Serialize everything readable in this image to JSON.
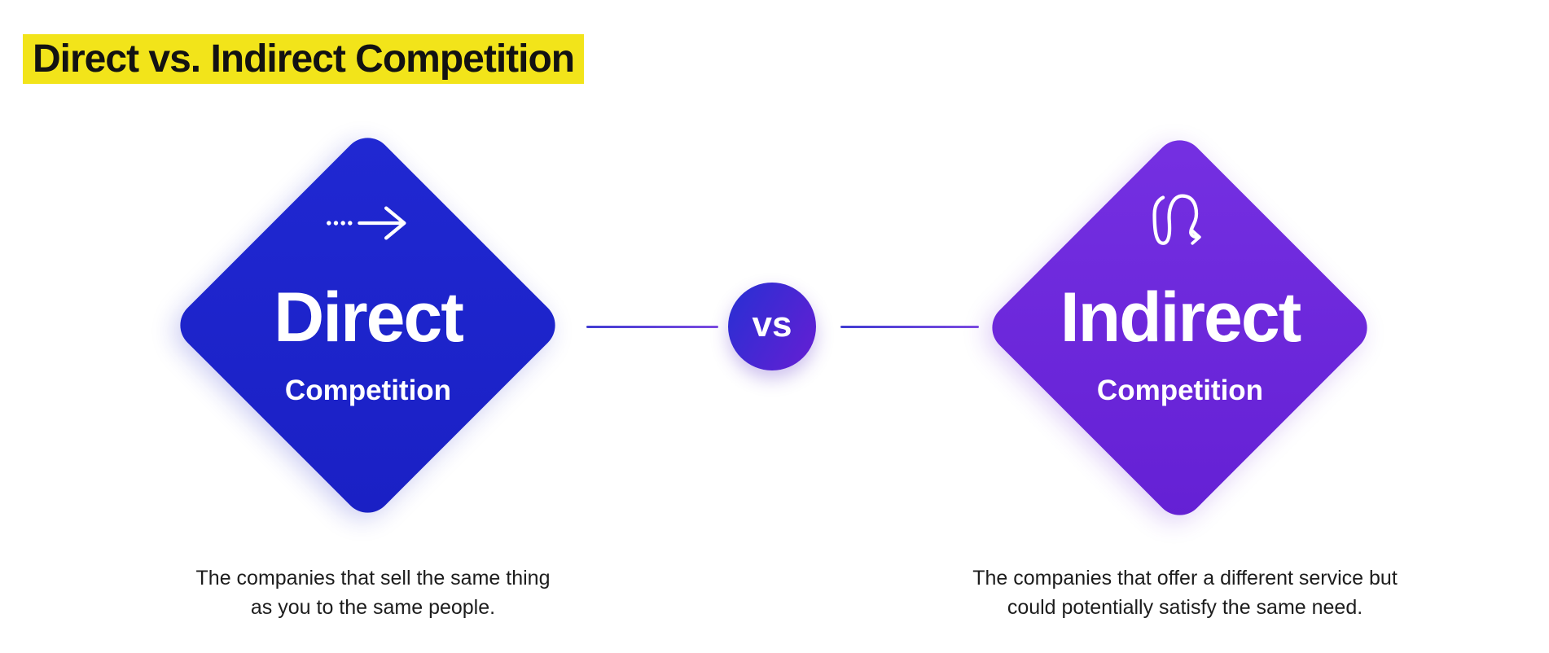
{
  "page": {
    "background_color": "#ffffff"
  },
  "title": {
    "text": "Direct vs. Indirect Competition",
    "highlight_color": "#f2e41a",
    "text_color": "#121212"
  },
  "vs_badge": {
    "label": "vs",
    "gradient_start": "#2d2ed3",
    "gradient_end": "#6020d3",
    "text_color": "#ffffff"
  },
  "connector": {
    "gradient_start": "#413cd2",
    "gradient_end": "#7b4ae0"
  },
  "left_card": {
    "title": "Direct",
    "subtitle": "Competition",
    "icon": "straight-arrow-icon",
    "color": "#1b22c7",
    "text_color": "#ffffff",
    "description": {
      "line1": "The companies that sell the same thing",
      "line2": "as you to the same people."
    }
  },
  "right_card": {
    "title": "Indirect",
    "subtitle": "Competition",
    "icon": "winding-arrow-icon",
    "color": "#6c26da",
    "text_color": "#ffffff",
    "description": {
      "line1": "The companies that offer a different service but",
      "line2": "could potentially satisfy the same need."
    }
  }
}
